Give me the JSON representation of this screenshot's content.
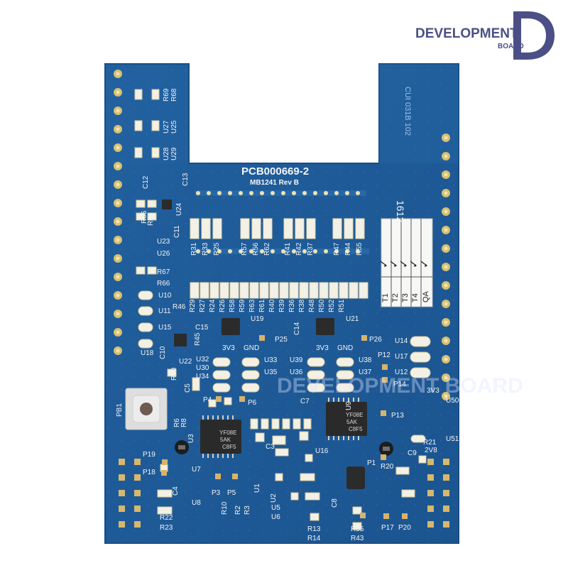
{
  "logo": {
    "word": "DEVELOPMENT",
    "sub": "BOARD",
    "letter": "D",
    "color": "#4b4f86"
  },
  "board": {
    "part_number": "PCB000669-2",
    "revision": "MB1241 Rev B",
    "date_code": "1612",
    "side_marking": "CUI 031B 102",
    "watermark": "DEVELOPMENT BOARD",
    "pcb_color": "#1f5f9e",
    "checklist": {
      "headers": [
        "T1",
        "T2",
        "T3",
        "T4",
        "QA"
      ],
      "marks": [
        "✓",
        "✓",
        "✓",
        "✓",
        "✓"
      ]
    },
    "labels": {
      "r69": "R69",
      "r68": "R68",
      "u27": "U27",
      "u25": "U25",
      "u28": "U28",
      "u29": "U29",
      "c12": "C12",
      "c13": "C13",
      "u24": "U24",
      "r65": "R65",
      "r64": "R64",
      "u23": "U23",
      "u26": "U26",
      "r67": "R67",
      "r66": "R66",
      "u10": "U10",
      "u11": "U11",
      "u15": "U15",
      "u18": "U18",
      "r46": "R46",
      "c15": "C15",
      "c10": "C10",
      "u22": "U22",
      "r60": "R60",
      "c5": "C5",
      "p4": "P4",
      "p6": "P6",
      "pb1": "PB1",
      "r6": "R6",
      "r8": "R8",
      "u3": "U3",
      "p19": "P19",
      "p18": "P18",
      "u7": "U7",
      "c4": "C4",
      "u8": "U8",
      "p3": "P3",
      "p5": "P5",
      "r22": "R22",
      "r23": "R23",
      "r10": "R10",
      "r2": "R2",
      "r3": "R3",
      "u1": "U1",
      "u2": "U2",
      "u5": "U5",
      "u6": "U6",
      "r13": "R13",
      "r14": "R14",
      "c8": "C8",
      "r35": "R35",
      "r43": "R43",
      "p17": "P17",
      "p20": "P20",
      "p25": "P25",
      "p26": "P26",
      "u19": "U19",
      "u21": "U21",
      "c14": "C14",
      "u14": "U14",
      "u17": "U17",
      "u12": "U12",
      "p12": "P12",
      "p14": "P14",
      "3v3_a": "3V3",
      "gnd_a": "GND",
      "3v3_b": "3V3",
      "gnd_b": "GND",
      "3v3_c": "3V3",
      "u33": "U33",
      "u35": "U35",
      "u39": "U39",
      "u36": "U36",
      "u38": "U38",
      "u37": "U37",
      "u32": "U32",
      "u30": "U30",
      "u34": "U34",
      "u50": "U50",
      "p13": "P13",
      "u51": "U51",
      "c9": "C9",
      "2v8": "2V8",
      "r21": "R21",
      "p1": "P1",
      "r20": "R20",
      "u16": "U16",
      "c3": "C3",
      "c7": "C7",
      "u9": "U9",
      "r31": "R31",
      "r33": "R33",
      "r25": "R25",
      "r57": "R57",
      "r56": "R56",
      "r62": "R62",
      "r41": "R41",
      "r42": "R42",
      "r37": "R37",
      "r47": "R47",
      "r44": "R44",
      "r55": "R55",
      "r29": "R29",
      "r27": "R27",
      "r24": "R24",
      "r26": "R26",
      "r58": "R58",
      "r59": "R59",
      "r63": "R63",
      "r61": "R61",
      "r40": "R40",
      "r39": "R39",
      "r36": "R36",
      "r38": "R38",
      "r48": "R48",
      "r50": "R50",
      "r52": "R52",
      "r51": "R51",
      "r45": "R45",
      "c11": "C11",
      "chip_a_1": "YF08E",
      "chip_a_2": "5AK",
      "chip_a_3": "C8F5",
      "chip_b_1": "YF08E",
      "chip_b_2": "5AK",
      "chip_b_3": "C8F5"
    }
  }
}
